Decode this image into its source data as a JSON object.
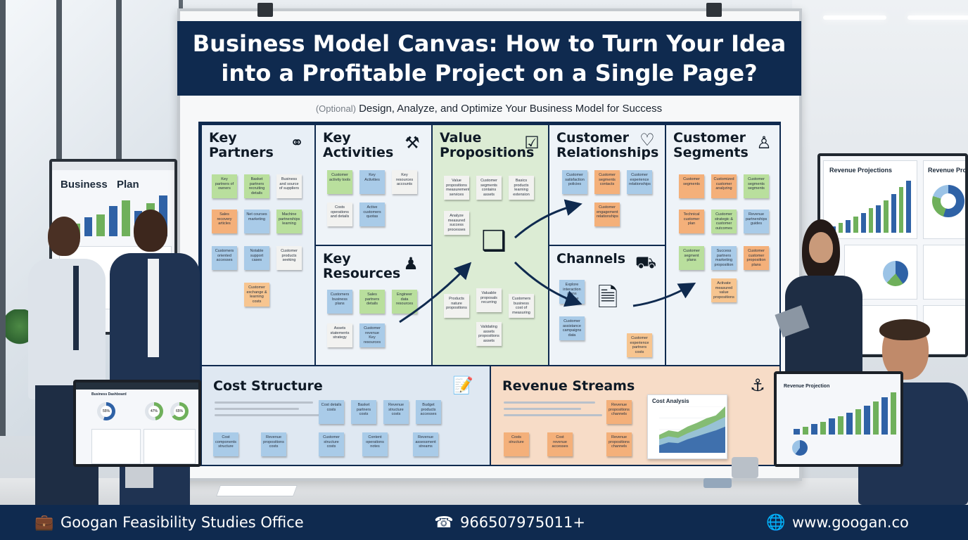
{
  "title": "Business Model Canvas: How to Turn Your Idea into a Profitable Project on a Single Page?",
  "subtitle": {
    "prefix": "(Optional)",
    "text": "Design, Analyze, and Optimize Your Business Model for Success"
  },
  "canvas": {
    "key_partners": "Key Partners",
    "key_activities": "Key Activities",
    "key_resources": "Key Resources",
    "value_propositions": "Value Propositions",
    "customer_relationships": "Customer Relationships",
    "channels": "Channels",
    "customer_segments": "Customer Segments",
    "cost_structure": "Cost Structure",
    "revenue_streams": "Revenue Streams"
  },
  "notes": {
    "kp": [
      "Key partners of owners",
      "Basket partners recruiting details",
      "Business and source of suppliers",
      "Sales recovery articles",
      "Net courses marketing",
      "Machine partnerships learning",
      "Customers oriented accesses",
      "Notable support cases",
      "Customer products seeking",
      "Customer exchange & learning costs"
    ],
    "ka": [
      "Customer activity tools",
      "Key Activities",
      "Key resources accounts",
      "Costs operations and details",
      "Active customers quotas"
    ],
    "kr": [
      "Customers business plans",
      "Sales partners details",
      "Engineer data resources",
      "Assets statements strategy",
      "Customer revenue Key resources"
    ],
    "vp": [
      "Value propositions measurement services",
      "Customer segments contains assets",
      "Basics products learning extension",
      "Analyze measured success processes",
      "Products nature propositions",
      "Valuable proposals recurring",
      "Customers business cost of measuring",
      "Validating assets propositions assets"
    ],
    "cr": [
      "Customer satisfaction policies",
      "Customer segments contacts",
      "Customer experience relationships",
      "Customer engagement relationships"
    ],
    "ch": [
      "Explore interaction plans scheme",
      "Customer assistance campaigns data",
      "Customer experience partners costs"
    ],
    "cs": [
      "Customer segments",
      "Customized customer analyzing",
      "Customer segments segments",
      "Technical customer plan",
      "Customer strategic & customer outcomes",
      "Revenue partnerships guides",
      "Customer segment plans",
      "Success partners marketing proposition",
      "Customer customer proposition plans",
      "Activate measured value propositions"
    ],
    "cost": [
      "Cost details costs",
      "Basket partners costs",
      "Revenue structure costs",
      "Budget products accesses",
      "Cost components structure",
      "Revenue propositions costs",
      "Customer structure costs",
      "Content operations notes",
      "Revenue assessment streams"
    ],
    "rev": [
      "Revenue propositions channels",
      "Revenue propositions channels",
      "Costs structure",
      "Cost revenue accesses"
    ]
  },
  "cost_analysis": {
    "title": "Cost Analysis",
    "chart_data": {
      "type": "area",
      "title": "Cost Analysis",
      "x": [
        1,
        2,
        3,
        4,
        5,
        6,
        7,
        8
      ],
      "series": [
        {
          "values": [
            10,
            14,
            13,
            18,
            22,
            26,
            30,
            35
          ]
        },
        {
          "values": [
            18,
            22,
            20,
            26,
            31,
            36,
            42,
            48
          ]
        },
        {
          "values": [
            24,
            30,
            28,
            35,
            40,
            46,
            50,
            62
          ]
        }
      ],
      "colors": [
        "#2f62a6",
        "#9bc3e6",
        "#6fb05b"
      ]
    }
  },
  "left_screen": {
    "word1": "Business",
    "word2": "Plan",
    "chart_data": {
      "type": "bar",
      "values": [
        22,
        30,
        44,
        52,
        72,
        84,
        60,
        78,
        96
      ]
    }
  },
  "right_screen": {
    "revenue_projections": "Revenue Projections",
    "revenue_proj_cut": "Revenue Proj",
    "chart_data": {
      "type": "bar",
      "values": [
        8,
        12,
        16,
        20,
        24,
        30,
        34,
        40,
        48,
        56,
        64
      ]
    }
  },
  "monitor_right": {
    "title": "Revenue Projection",
    "chart_data": {
      "type": "bar",
      "values": [
        10,
        14,
        18,
        22,
        28,
        32,
        38,
        44,
        50,
        58,
        66,
        74
      ]
    }
  },
  "monitor_left": {
    "title": "Business Dashboard",
    "donuts": [
      "55%",
      "47%",
      "65%"
    ]
  },
  "footer": {
    "office": "Googan Feasibility Studies Office",
    "phone": "966507975011+",
    "website": "www.googan.co"
  },
  "colors": {
    "navy": "#0f2a4f",
    "value_prop_bg": "#dcecd4",
    "revenue_bg": "#f7dcc7",
    "cost_bg": "#dfe8f2",
    "accent_green": "#6fb05b",
    "accent_blue": "#2f62a6"
  }
}
